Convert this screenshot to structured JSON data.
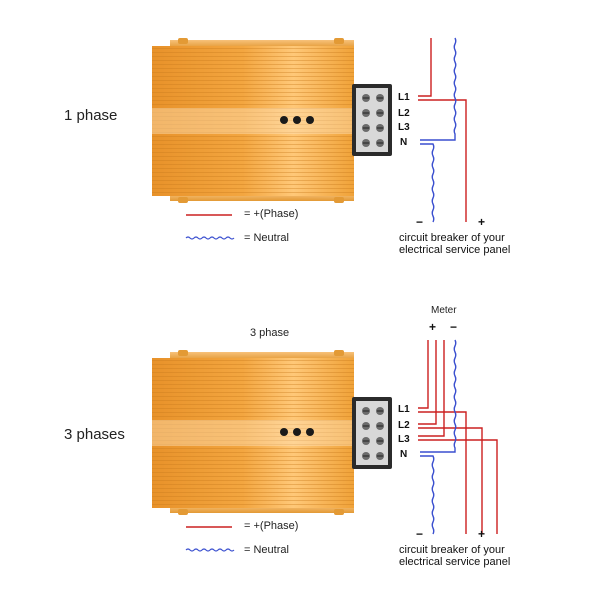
{
  "sections": [
    {
      "label": "1 phase",
      "header": "",
      "meter_label": "",
      "terminals": [
        "L1",
        "L2",
        "L3",
        "N"
      ],
      "legend": [
        {
          "symbol": "red-line",
          "text": "= +(Phase)"
        },
        {
          "symbol": "blue-wavy-line",
          "text": "= Neutral"
        }
      ],
      "breaker_minus": "−",
      "breaker_plus": "+",
      "breaker_text_line1": "circuit breaker of your",
      "breaker_text_line2": "electrical service panel"
    },
    {
      "label": "3 phases",
      "header": "3 phase",
      "meter_label": "Meter",
      "meter_plus": "+",
      "meter_minus": "−",
      "terminals": [
        "L1",
        "L2",
        "L3",
        "N"
      ],
      "legend": [
        {
          "symbol": "red-line",
          "text": "= +(Phase)"
        },
        {
          "symbol": "blue-wavy-line",
          "text": "= Neutral"
        }
      ],
      "breaker_minus": "−",
      "breaker_plus": "+",
      "breaker_text_line1": "circuit breaker of your",
      "breaker_text_line2": "electrical service panel"
    }
  ],
  "colors": {
    "phase_wire": "#cc2020",
    "neutral_wire": "#3a4fcf",
    "device_body": "#f0a238",
    "device_highlight": "#ffd08a"
  }
}
